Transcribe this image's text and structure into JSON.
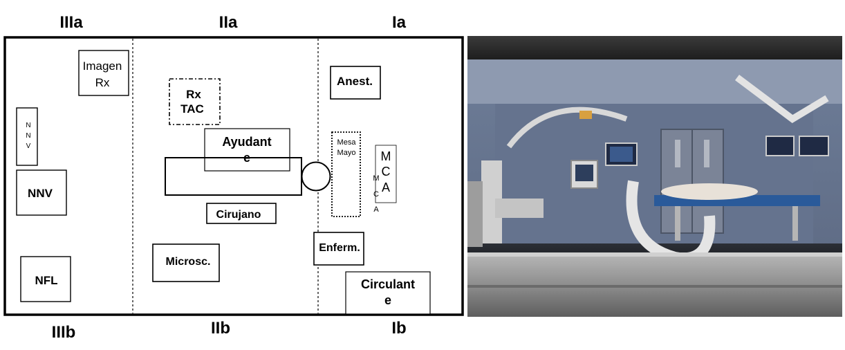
{
  "zones": {
    "top": [
      "IIIa",
      "IIa",
      "Ia"
    ],
    "bottom": [
      "IIIb",
      "IIb",
      "Ib"
    ]
  },
  "boxes": {
    "imagen_rx": [
      "Imagen",
      "Rx"
    ],
    "nnv_vertical": [
      "N",
      "N",
      "V"
    ],
    "nnv": "NNV",
    "nfl": "NFL",
    "rx_tac": [
      "Rx",
      "TAC"
    ],
    "ayudante": [
      "Ayudant",
      "e"
    ],
    "cirujano": "Cirujano",
    "microscopio": "Microsc.",
    "anestesia": "Anest.",
    "mesa_mayo": [
      "Mesa",
      "Mayo"
    ],
    "mca_box": [
      "M",
      "C",
      "A"
    ],
    "mca_small": [
      "M",
      "C",
      "A"
    ],
    "enfermera": "Enferm.",
    "circulante": [
      "Circulant",
      "e"
    ]
  },
  "photo": {
    "description_icon": "operating-room-photo"
  },
  "colors": {
    "border": "#000000",
    "background": "#ffffff"
  }
}
